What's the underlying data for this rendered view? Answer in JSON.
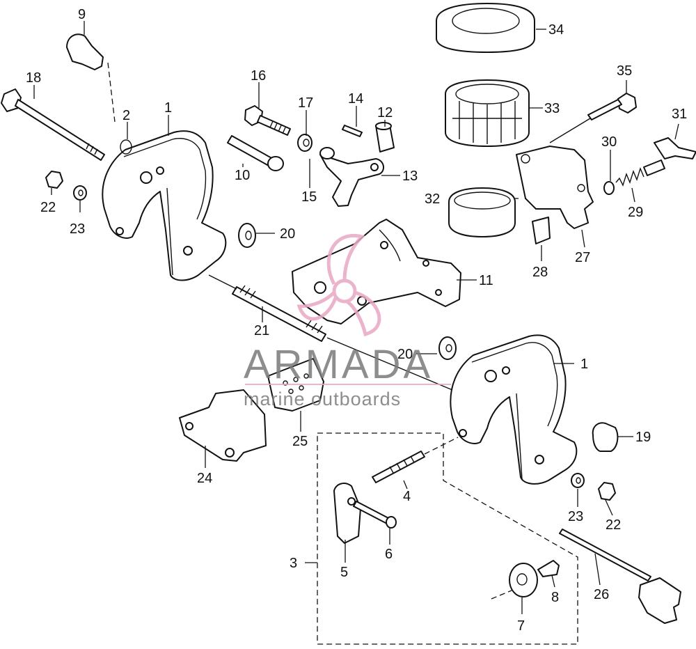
{
  "labels": {
    "l1a": "1",
    "l1b": "1",
    "l2": "2",
    "l3": "3",
    "l4": "4",
    "l5": "5",
    "l6": "6",
    "l7": "7",
    "l8": "8",
    "l9": "9",
    "l10": "10",
    "l11": "11",
    "l12": "12",
    "l13": "13",
    "l14": "14",
    "l15": "15",
    "l16": "16",
    "l17": "17",
    "l18": "18",
    "l19": "19",
    "l20a": "20",
    "l20b": "20",
    "l21": "21",
    "l22a": "22",
    "l22b": "22",
    "l23a": "23",
    "l23b": "23",
    "l24": "24",
    "l25": "25",
    "l26": "26",
    "l27": "27",
    "l28": "28",
    "l29": "29",
    "l30": "30",
    "l31": "31",
    "l32": "32",
    "l33": "33",
    "l34": "34",
    "l35": "35"
  },
  "watermark": {
    "brand": "ARMADA",
    "tagline": "marine outboards",
    "color_primary": "#e8a8c4",
    "color_text": "#7a7a7a"
  }
}
